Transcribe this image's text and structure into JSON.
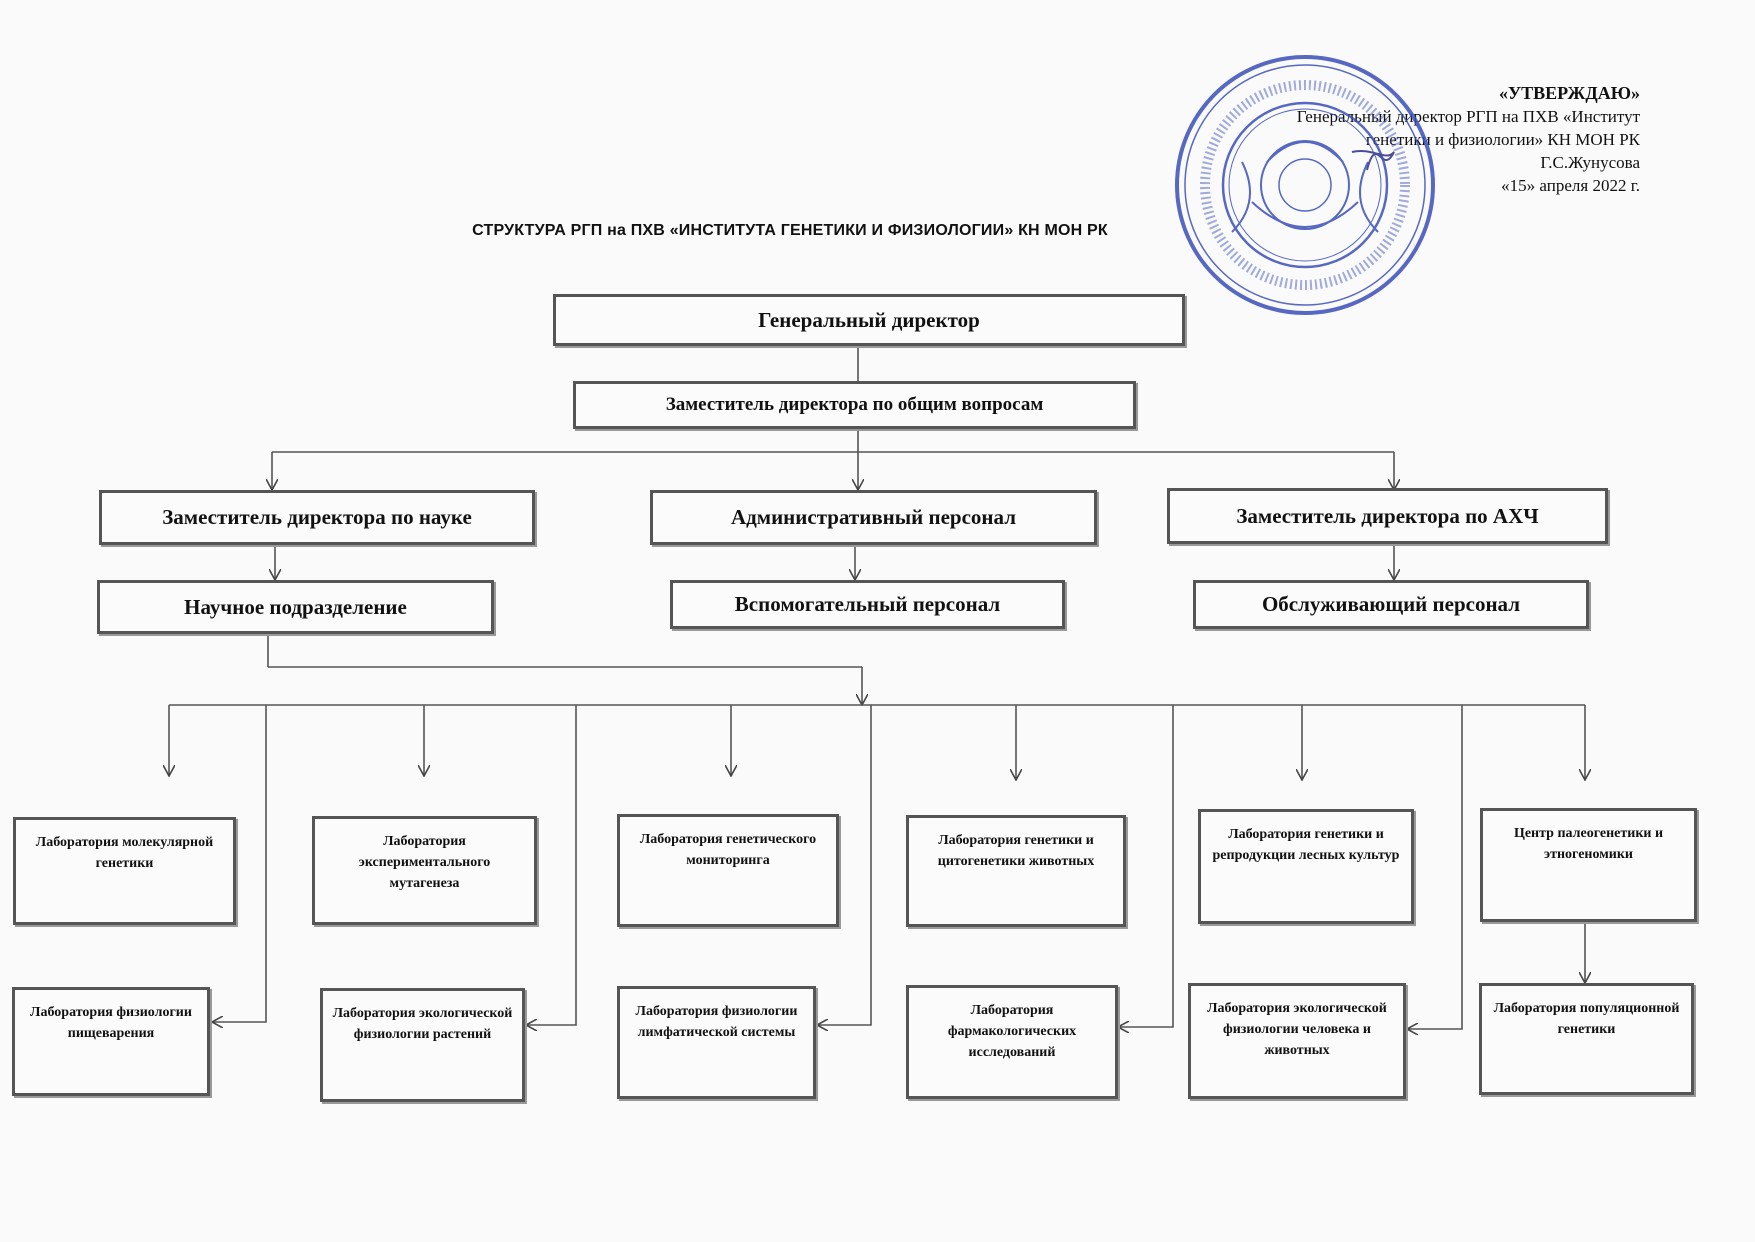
{
  "approval": {
    "heading": "«УТВЕРЖДАЮ»",
    "line1": "Генеральный директор РГП на ПХВ «Институт",
    "line2": "генетики и физиологии» КН МОН РК",
    "line3": "Г.С.Жунусова",
    "line4": "«15» апреля  2022  г."
  },
  "title": "СТРУКТУРА РГП на ПХВ «ИНСТИТУТА ГЕНЕТИКИ И ФИЗИОЛОГИИ» КН МОН РК",
  "top": {
    "general_director": "Генеральный директор",
    "deputy_general": "Заместитель директора по общим вопросам"
  },
  "branches": {
    "science_deputy": "Заместитель директора по науке",
    "admin_staff": "Административный персонал",
    "ahch_deputy": "Заместитель директора по АХЧ",
    "science_unit": "Научное подразделение",
    "support_staff": "Вспомогательный персонал",
    "service_staff": "Обслуживающий персонал"
  },
  "labs_top": [
    "Лаборатория молекулярной генетики",
    "Лаборатория экспериментального мутагенеза",
    "Лаборатория генетического мониторинга",
    "Лаборатория генетики и цитогенетики животных",
    "Лаборатория генетики и репродукции лесных культур",
    "Центр палеогенетики и этногеномики"
  ],
  "labs_bottom": [
    "Лаборатория физиологии пищеварения",
    "Лаборатория экологической физиологии растений",
    "Лаборатория физиологии лимфатической системы",
    "Лаборатория фармакологических исследований",
    "Лаборатория экологической физиологии человека и животных",
    "Лаборатория популяционной генетики"
  ]
}
